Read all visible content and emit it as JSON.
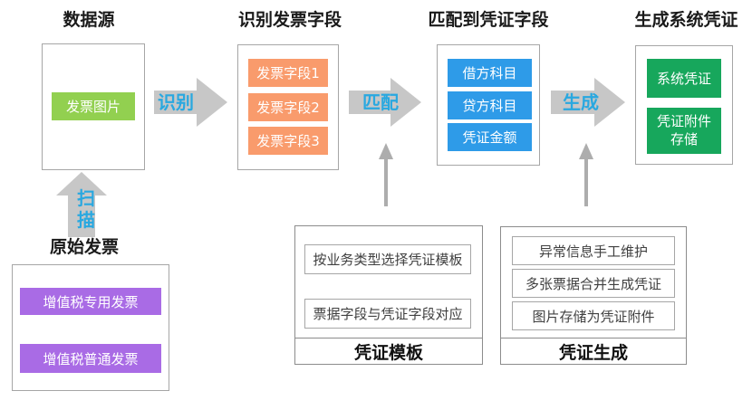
{
  "headers": {
    "col1": "数据源",
    "col2": "识别发票字段",
    "col3": "匹配到凭证字段",
    "col4": "生成系统凭证"
  },
  "stage1": {
    "item1": "发票图片"
  },
  "stage2": {
    "item1": "发票字段1",
    "item2": "发票字段2",
    "item3": "发票字段3"
  },
  "stage3": {
    "item1": "借方科目",
    "item2": "贷方科目",
    "item3": "凭证金额"
  },
  "stage4": {
    "item1": "系统凭证",
    "item2": "凭证附件\n存储"
  },
  "arrows": {
    "scan": "扫\n描",
    "recognize": "识别",
    "match": "匹配",
    "generate": "生成"
  },
  "source": {
    "title": "原始发票",
    "item1": "增值税专用发票",
    "item2": "增值税普通发票"
  },
  "template_group": {
    "item1": "按业务类型选择凭证模板",
    "item2": "票据字段与凭证字段对应",
    "label": "凭证模板"
  },
  "generate_group": {
    "item1": "异常信息手工维护",
    "item2": "多张票据合并生成凭证",
    "item3": "图片存储为凭证附件",
    "label": "凭证生成"
  },
  "colors": {
    "green_light": "#92D050",
    "orange": "#F99B6C",
    "blue": "#2E9BE8",
    "green_dark": "#17A75C",
    "purple": "#A96BE5",
    "arrow_gray": "#C7C7C7",
    "label_blue": "#29A8E0",
    "border_gray": "#A6A6A6"
  }
}
